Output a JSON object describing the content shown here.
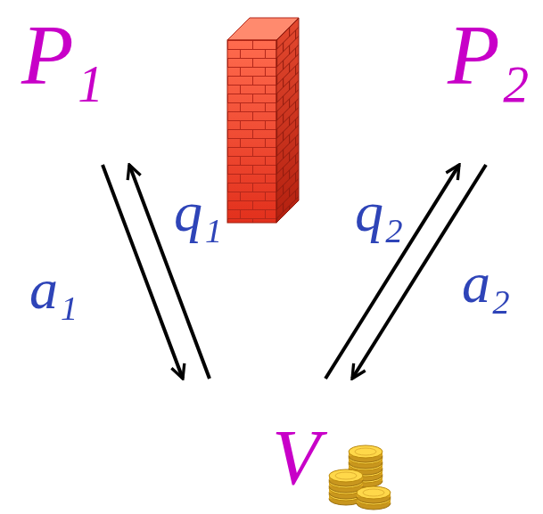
{
  "diagram": {
    "nodes": [
      {
        "text": [
          "P₁"
        ]
      },
      {
        "text": [
          "P₂"
        ]
      },
      {
        "text": [
          "V"
        ]
      }
    ],
    "edges": [
      {
        "from": 0,
        "to": 2,
        "arrow": "to",
        "label": "a₁"
      },
      {
        "from": 2,
        "to": 0,
        "arrow": "to",
        "label": "q₁"
      },
      {
        "from": 2,
        "to": 1,
        "arrow": "to",
        "label": "q₂"
      },
      {
        "from": 1,
        "to": 2,
        "arrow": "to",
        "label": "a₂"
      }
    ]
  }
}
